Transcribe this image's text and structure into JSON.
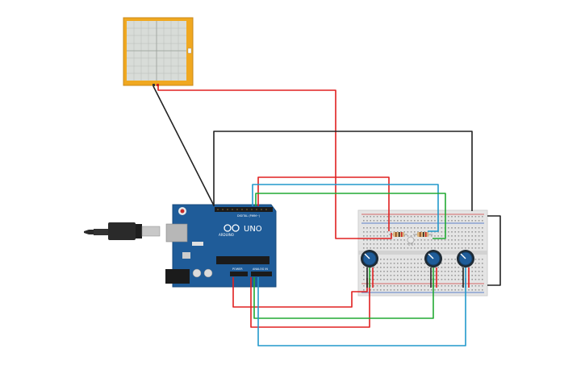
{
  "arduino": {
    "brand": "ARDUINO",
    "model": "UNO",
    "digital_label": "DIGITAL (PWM~)",
    "power_label": "POWER",
    "analog_label": "ANALOG IN"
  },
  "colors": {
    "wire_red": "#e02020",
    "wire_black": "#222222",
    "wire_green": "#22aa33",
    "wire_blue": "#2299cc",
    "board": "#1f5c99",
    "oscilloscope_frame": "#f0a820",
    "potentiometer": "#1f5c99"
  },
  "components": [
    "oscilloscope",
    "arduino-uno",
    "usb-cable",
    "breadboard",
    "potentiometer",
    "potentiometer",
    "potentiometer",
    "resistor",
    "resistor",
    "led"
  ]
}
